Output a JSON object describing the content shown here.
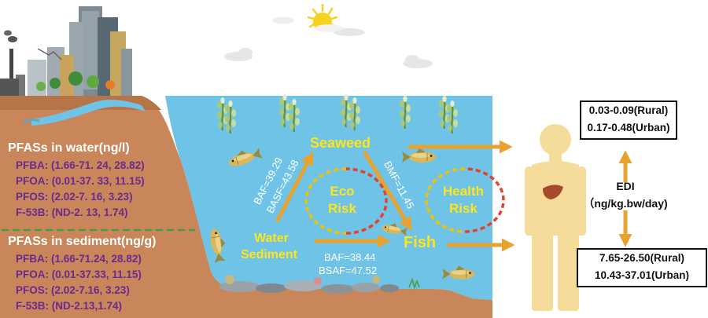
{
  "water_section": {
    "title": "PFASs  in  water(ng/l)",
    "items": [
      "PFBA: (1.66-71. 24, 28.82)",
      "PFOA: (0.01-37. 33, 11.15)",
      "PFOS: (2.02-7. 16, 3.23)",
      "F-53B: (ND-2. 13, 1.74)"
    ]
  },
  "sediment_section": {
    "title": "PFASs  in  sediment(ng/g)",
    "items": [
      "PFBA: (1.66-71.24, 28.82)",
      "PFOA: (0.01-37.33, 11.15)",
      "PFOS: (2.02-7.16, 3.23)",
      "F-53B: (ND-2.13,1.74)"
    ]
  },
  "nodes": {
    "seaweed": "Seaweed",
    "water": "Water",
    "sediment": "Sediment",
    "fish": "Fish",
    "eco_line1": "Eco",
    "eco_line2": "Risk",
    "health_line1": "Health",
    "health_line2": "Risk"
  },
  "factors": {
    "baf_seaweed": "BAF=39.29",
    "basf_seaweed": "BASF=43.58",
    "bmf": "BMF=11.45",
    "baf_fish": "BAF=38.44",
    "bsaf_fish": "BSAF=47.52"
  },
  "edi": {
    "top_line1": "0.03-0.09(Rural)",
    "top_line2": "0.17-0.48(Urban)",
    "label": "EDI",
    "unit": "（ng/kg.bw/day)",
    "bottom_line1": "7.65-26.50(Rural)",
    "bottom_line2": "10.43-37.01(Urban)"
  },
  "colors": {
    "water": "#6fc3e6",
    "soil": "#c8865a",
    "soil_dark": "#a8693e",
    "arrow": "#e8a230",
    "text_yellow": "#ffe51a",
    "text_purple": "#6a2a8e",
    "dash_green": "#3aa14a",
    "ring_orange": "#f2c200",
    "ring_red": "#e0422e",
    "skin": "#f5dc9a"
  },
  "icons": [
    "city-icon",
    "factory-icon",
    "sun-icon",
    "cloud-icon",
    "seaweed-icon",
    "fish-icon",
    "stones-icon",
    "human-icon",
    "liver-icon"
  ]
}
